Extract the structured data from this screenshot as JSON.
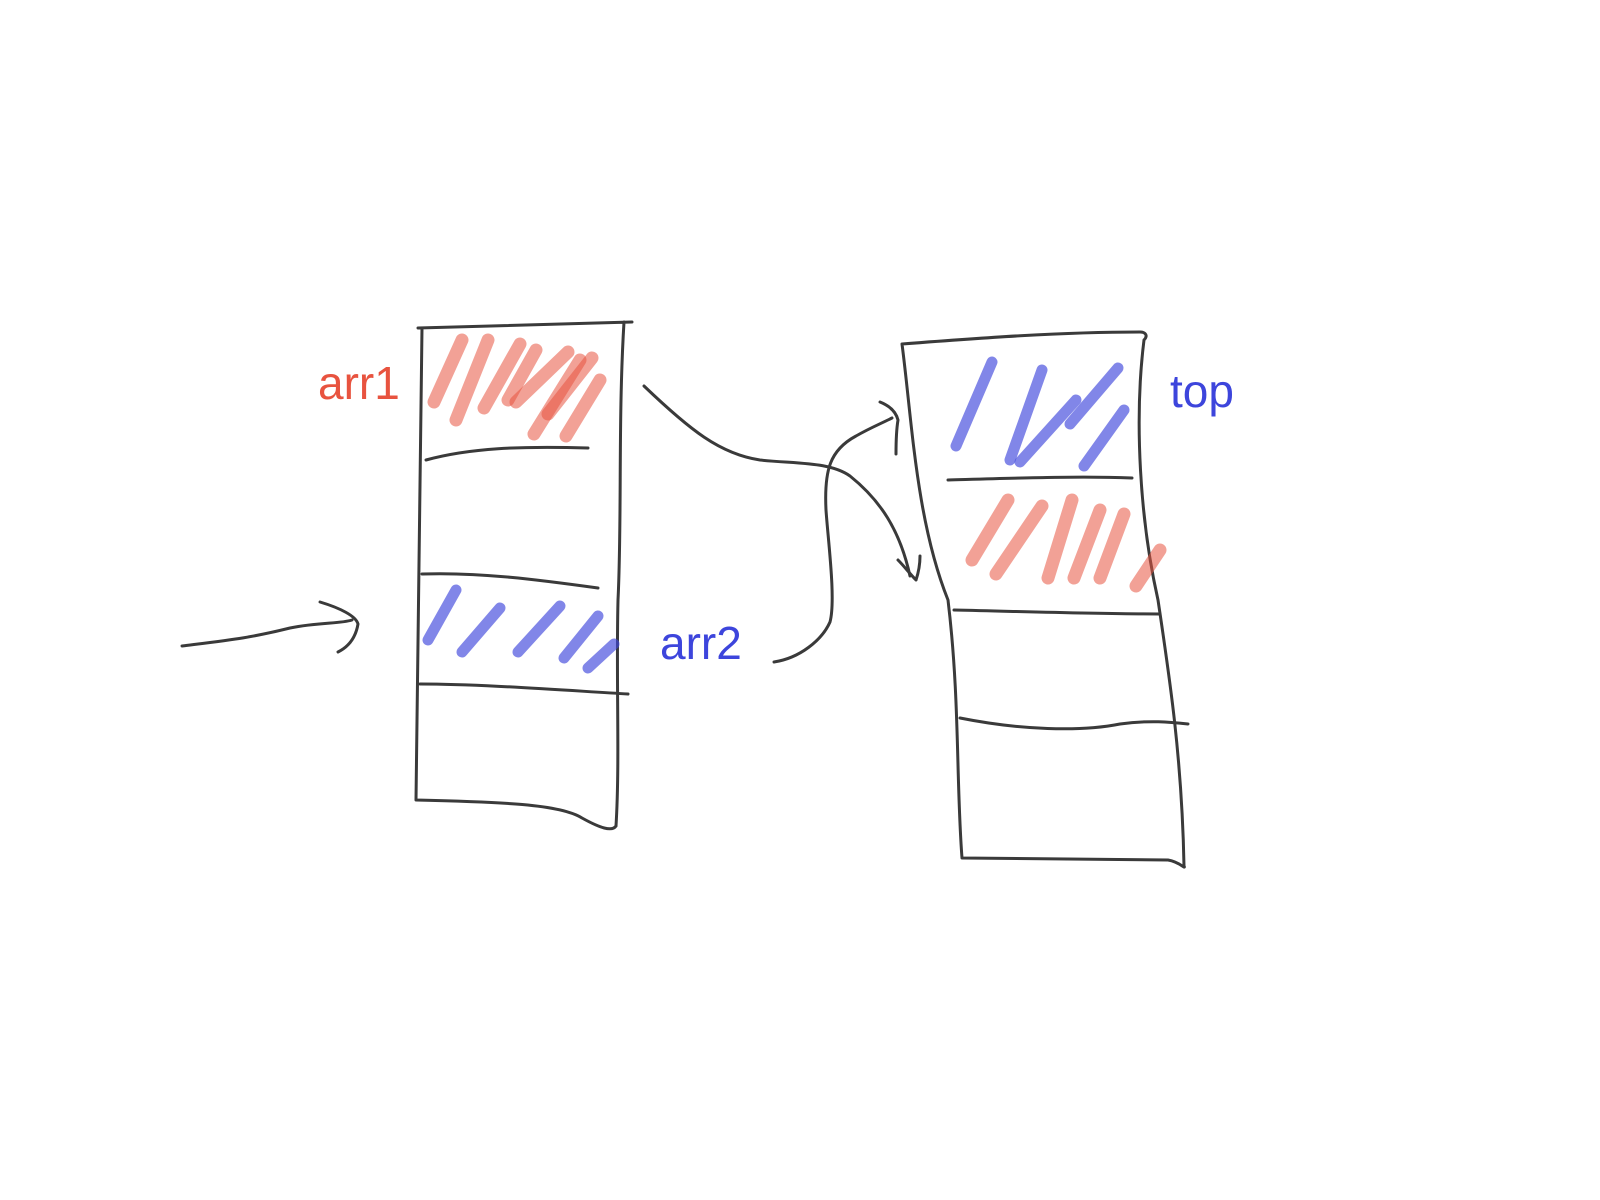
{
  "colors": {
    "red": "#e8533f",
    "blue": "#3d45dc",
    "ink": "#3a3a3a"
  },
  "labels": {
    "arr1": "arr1",
    "arr2": "arr2",
    "top": "top"
  }
}
